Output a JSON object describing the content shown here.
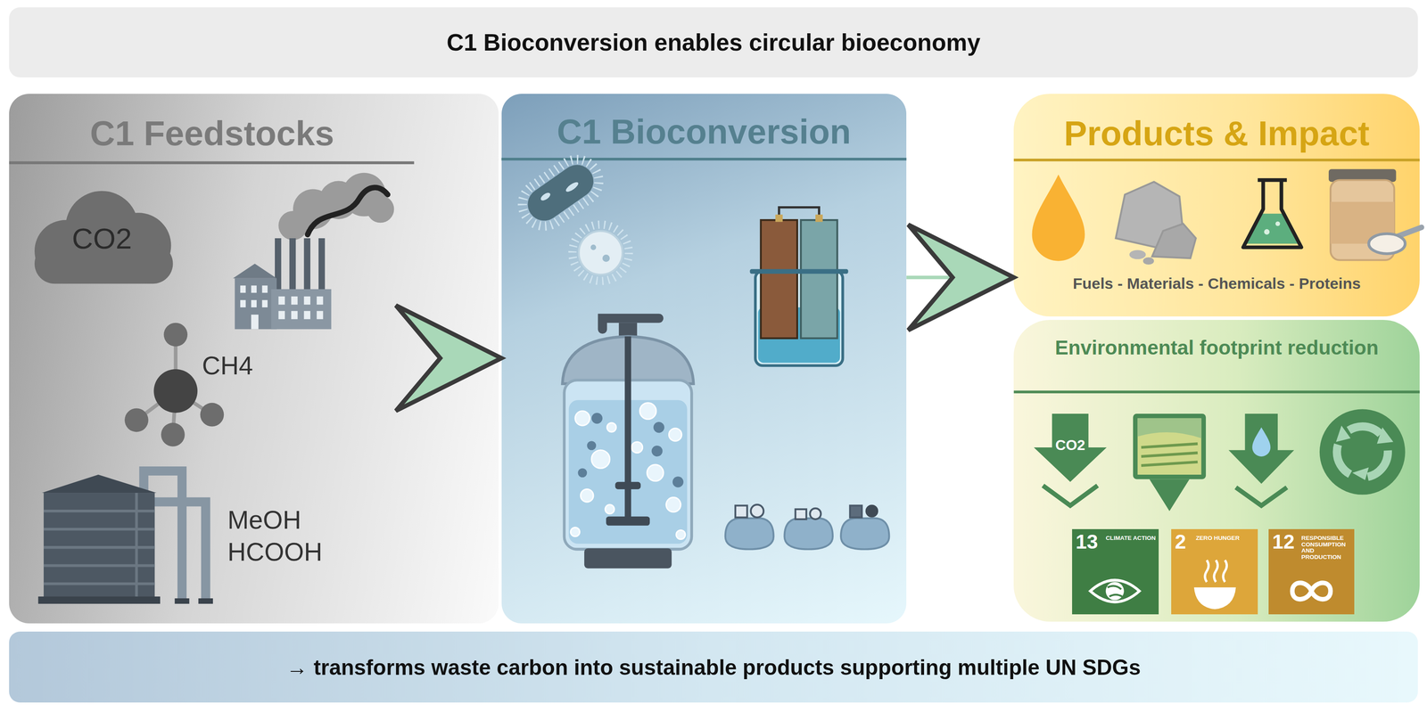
{
  "diagram": {
    "title": "C1 Bioconversion enables circular bioeconomy",
    "caption": "→ transforms waste carbon into sustainable products supporting multiple UN SDGs",
    "nodes": [
      {
        "text": [
          "C1 Feedstocks"
        ]
      },
      {
        "text": [
          "C1 Bioconversion"
        ]
      },
      {
        "text": [
          "Products & Impact",
          "Fuels - Materials - Chemicals - Proteins"
        ]
      },
      {
        "text": [
          "Environmental footprint reduction"
        ]
      },
      {
        "text": [
          "13",
          "CLIMATE ACTION"
        ],
        "in": 3
      },
      {
        "text": [
          "2",
          "ZERO HUNGER"
        ],
        "in": 3
      },
      {
        "text": [
          "12",
          "RESPONSIBLE CONSUMPTION AND PRODUCTION"
        ],
        "in": 3
      }
    ],
    "edges": [
      {
        "from": 0,
        "to": 1,
        "arrow": "to"
      },
      {
        "from": 1,
        "to": 2,
        "arrow": "to"
      }
    ],
    "labels": [
      "CO2",
      "CH4",
      "MeOH",
      "HCOOH",
      "CO2"
    ]
  }
}
